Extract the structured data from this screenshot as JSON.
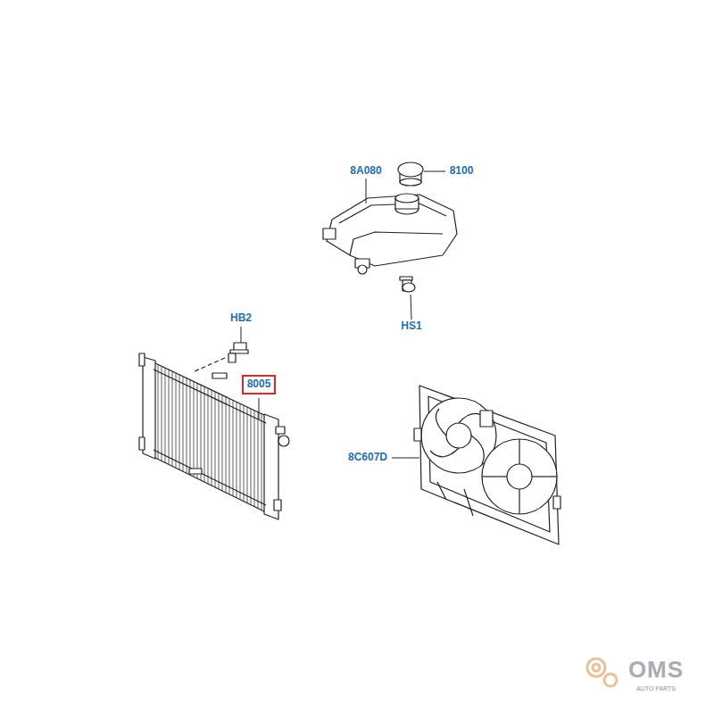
{
  "diagram": {
    "nodes": [
      {
        "text": [
          "8005"
        ]
      }
    ],
    "labels": [
      "8A080",
      "8100",
      "HB2",
      "HS1",
      "8C607D",
      "OMS",
      "AUTO PARTS"
    ]
  }
}
